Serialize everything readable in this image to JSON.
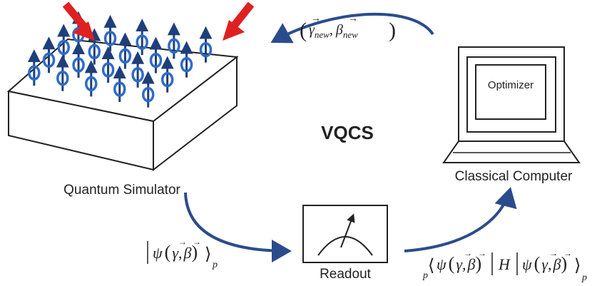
{
  "title": "VQCS",
  "quantum_simulator": {
    "label": "Quantum Simulator"
  },
  "classical_computer": {
    "label": "Classical Computer",
    "screen_label": "Optimizer"
  },
  "readout": {
    "label": "Readout"
  },
  "feedback_params": {
    "gamma": "γ",
    "beta": "β",
    "subscript": "new"
  },
  "state_label": {
    "psi": "ψ",
    "gamma": "γ",
    "beta": "β",
    "p": "p"
  },
  "expectation_label": {
    "psi": "ψ",
    "gamma": "γ",
    "beta": "β",
    "H": "H",
    "p": "p"
  },
  "colors": {
    "flow_arrow": "#2B4C8C",
    "spin": "#2E6BC9",
    "spin_arrow": "#1F3F7A",
    "drive_arrow": "#E02020",
    "outline": "#222222"
  },
  "icons": [
    "spin-lattice-icon",
    "laptop-icon",
    "meter-icon",
    "laser-arrow-icon",
    "cycle-arrow-icon"
  ]
}
